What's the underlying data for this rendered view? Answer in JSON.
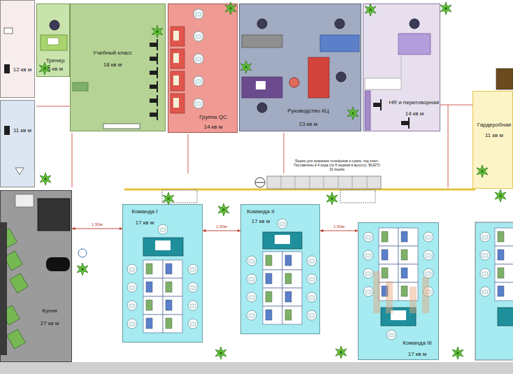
{
  "diagram": {
    "nodes": [
      {
        "text": [
          "12 кв м"
        ]
      },
      {
        "text": [
          "Тренер",
          "5 кв м"
        ]
      },
      {
        "text": [
          "Учебный класс",
          "18 кв м"
        ]
      },
      {
        "text": [
          "Группа QC",
          "14 кв м"
        ]
      },
      {
        "text": [
          "Руководство КЦ",
          "23 кв м"
        ]
      },
      {
        "text": [
          "HR и переговорная",
          "14 кв м"
        ]
      },
      {
        "text": [
          "Гардеробная",
          "11 кв м"
        ]
      },
      {
        "text": [
          "11 кв м"
        ]
      },
      {
        "text": [
          "Кухня",
          "27 кв м"
        ]
      },
      {
        "text": [
          "Команда I",
          "17 кв м"
        ]
      },
      {
        "text": [
          "Команда II",
          "17 кв м"
        ]
      },
      {
        "text": [
          "Команда III",
          "17 кв м"
        ]
      }
    ],
    "edges": [
      {
        "from": 8,
        "to": 9,
        "label": "1,90м",
        "arrow": "both"
      },
      {
        "from": 9,
        "to": 10,
        "label": "1,90м",
        "arrow": "both"
      },
      {
        "from": 10,
        "to": 11,
        "label": "1,90м",
        "arrow": "both"
      }
    ],
    "labels": [
      "Ящики для хранения телефонов и сумок, под ключ. Поставлены в 4 ряда (по 8 ящиков в высоту). ВСЕГО 32 ящика"
    ]
  }
}
